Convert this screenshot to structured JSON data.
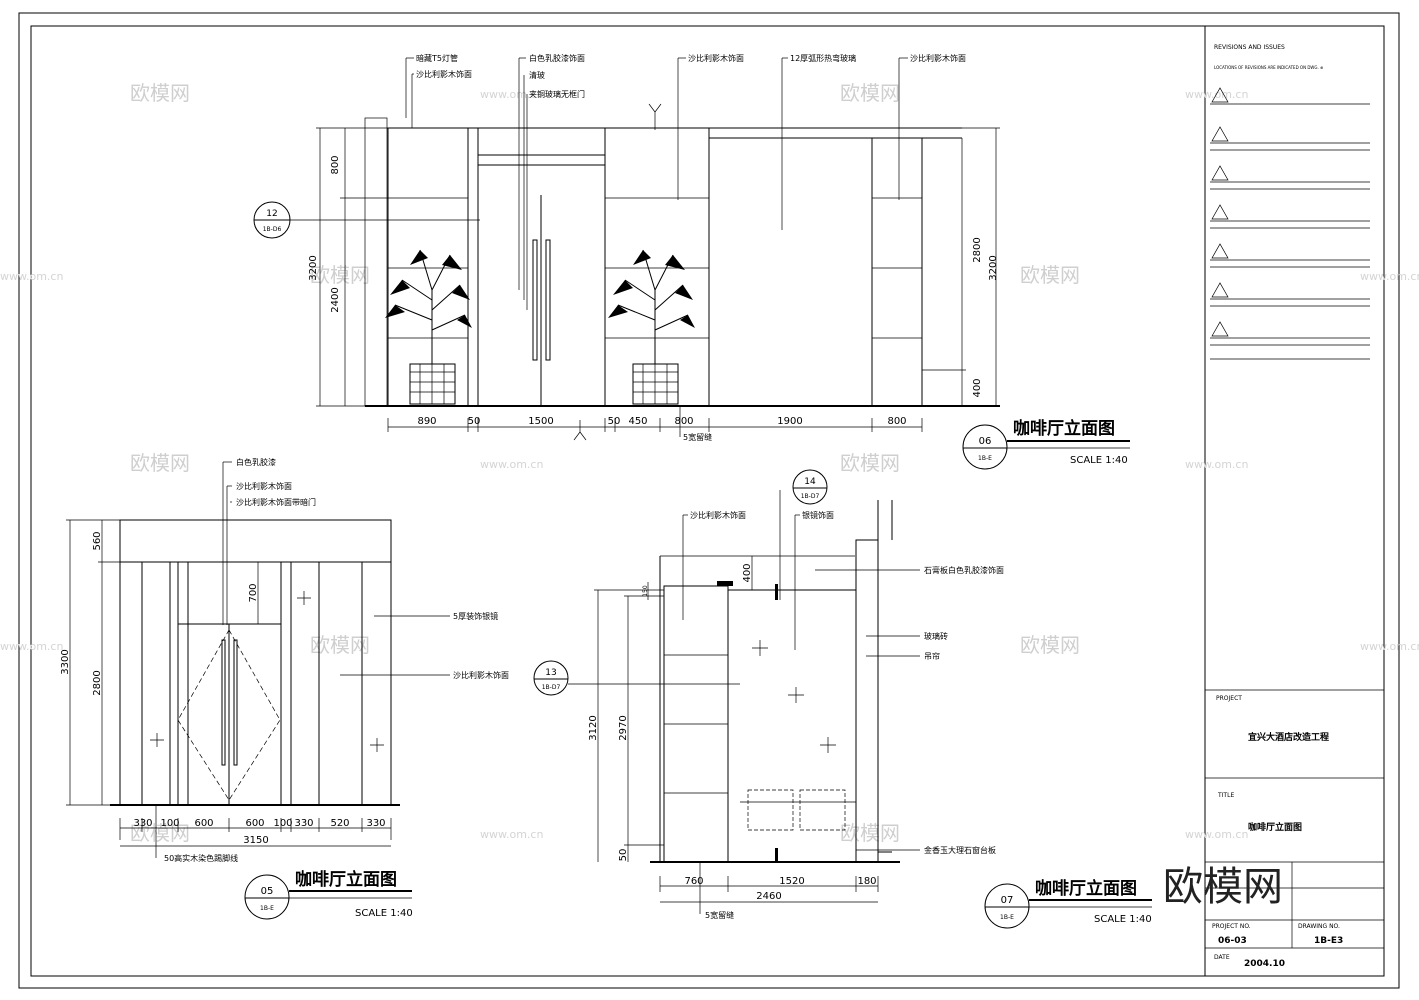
{
  "watermark": {
    "brand": "欧模网",
    "site": "www.om.cn",
    "corner": "欧模网"
  },
  "elev06": {
    "callouts": [
      "暗藏T5灯管",
      "沙比利影木饰面",
      "白色乳胶漆饰面",
      "清玻",
      "夹铜玻璃无框门",
      "沙比利影木饰面",
      "12厚弧形热弯玻璃",
      "沙比利影木饰面"
    ],
    "dims_bottom": [
      "890",
      "50",
      "1500",
      "50",
      "450",
      "800",
      "1900",
      "800"
    ],
    "dims_left": [
      "800",
      "2400",
      "3200"
    ],
    "dims_right": [
      "2800",
      "400",
      "3200"
    ],
    "bottom_note": "5宽留缝",
    "section": {
      "num": "12",
      "ref": "1B-D6"
    },
    "title": "咖啡厅立面图",
    "title_num": "06",
    "title_ref": "1B-E",
    "scale": "SCALE  1:40"
  },
  "elev05": {
    "callouts": [
      "白色乳胶漆",
      "沙比利影木饰面",
      "沙比利影木饰面带暗门",
      "5厚装饰银镜",
      "沙比利影木饰面"
    ],
    "dims_bottom": [
      "330",
      "100",
      "600",
      "600",
      "100",
      "330",
      "520",
      "330"
    ],
    "total": "3150",
    "dims_left": [
      "560",
      "3300",
      "2800"
    ],
    "dim_inner": "700",
    "bottom_note": "50高实木染色踢脚线",
    "title": "咖啡厅立面图",
    "title_num": "05",
    "title_ref": "1B-E",
    "scale": "SCALE  1:40"
  },
  "elev07": {
    "callouts": [
      "沙比利影木饰面",
      "银镜饰面",
      "石膏板白色乳胶漆饰面",
      "玻璃砖",
      "吊帘",
      "金香玉大理石窗台板"
    ],
    "section_top": {
      "num": "14",
      "ref": "1B-D7"
    },
    "section_left": {
      "num": "13",
      "ref": "1B-D7"
    },
    "dims_bottom": [
      "760",
      "1520",
      "180"
    ],
    "total": "2460",
    "dims_left": [
      "3120",
      "2970",
      "50"
    ],
    "dim_top": "400",
    "dim_small": "150",
    "bottom_note": "5宽留缝",
    "title": "咖啡厅立面图",
    "title_num": "07",
    "title_ref": "1B-E",
    "scale": "SCALE  1:40"
  },
  "titleblock": {
    "rev_header": "REVISIONS AND ISSUES",
    "rev_sub": "LOCATIONS OF REVISIONS ARE INDICATED ON DWG. ⊕",
    "project_label": "PROJECT",
    "project": "宜兴大酒店改造工程",
    "title_label": "TITLE",
    "title": "咖啡厅立面图",
    "project_no_label": "PROJECT NO.",
    "drawing_no_label": "DRAWING NO.",
    "project_no": "06-03",
    "drawing_no": "1B-E3",
    "date_label": "DATE",
    "date": "2004.10"
  }
}
